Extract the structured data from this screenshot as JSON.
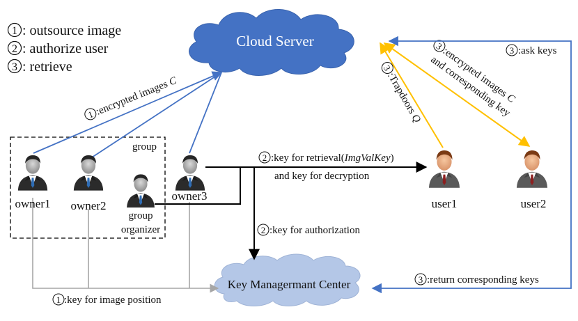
{
  "legend": [
    {
      "num": "1",
      "text": ": outsource image"
    },
    {
      "num": "2",
      "text": ": authorize user"
    },
    {
      "num": "3",
      "text": ": retrieve"
    }
  ],
  "nodes": {
    "cloud_server": "Cloud Server",
    "kmc": "Key Managermant Center",
    "group": "group",
    "owner1": "owner1",
    "owner2": "owner2",
    "owner3": "owner3",
    "group_organizer_1": "group",
    "group_organizer_2": "organizer",
    "user1": "user1",
    "user2": "user2"
  },
  "edges": {
    "encrypted_images": {
      "num": "1",
      "text": ":encrypted images ",
      "var": "C"
    },
    "key_retrieval_1": {
      "num": "2",
      "text": ":key for retrieval(",
      "var": "ImgValKey",
      "close": ")"
    },
    "key_retrieval_2": "and key for decryption",
    "key_authorization": {
      "num": "2",
      "text": ":key for authorization"
    },
    "key_image_position": {
      "num": "1",
      "text": ":key for image position"
    },
    "trapdoors": {
      "num": "3",
      "text": ":Trapdoors ",
      "var": "Q"
    },
    "enc_images_keys_1": {
      "num": "3",
      "text": ":encrypted images ",
      "var": "C"
    },
    "enc_images_keys_2": "and corresponding key",
    "ask_keys": {
      "num": "3",
      "text": ":ask keys"
    },
    "return_keys": {
      "num": "3",
      "text": ":return corresponding keys"
    }
  },
  "colors": {
    "cloud_server_fill": "#4472c4",
    "kmc_fill": "#b4c7e7",
    "blue_arrow": "#4472c4",
    "orange_arrow": "#ffc000",
    "gray_line": "#a6a6a6",
    "black_line": "#000000"
  }
}
